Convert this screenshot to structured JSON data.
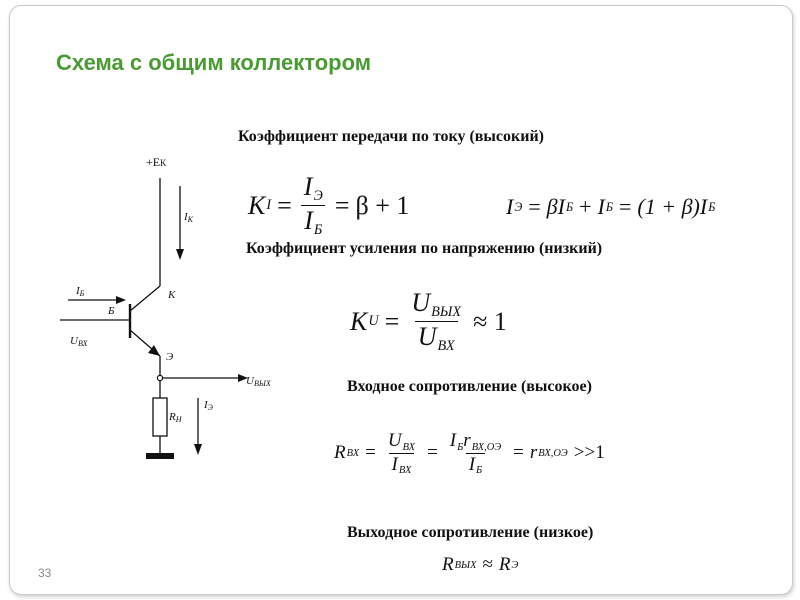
{
  "slide": {
    "title": "Схема с общим коллектором",
    "page_number": "33",
    "headings": {
      "current_gain": "Коэффициент передачи по току (высокий)",
      "voltage_gain": "Коэффициент усиления по напряжению (низкий)",
      "input_resistance": "Входное сопротивление (высокое)",
      "output_resistance": "Выходное сопротивление (низкое)"
    }
  },
  "formulas": {
    "ki": {
      "lhs": "K",
      "lhs_sub": "I",
      "num": "I",
      "num_sub": "Э",
      "den": "I",
      "den_sub": "Б",
      "rhs": "β + 1"
    },
    "ie": {
      "text": "I",
      "sub": "Э",
      "rhs": "βI",
      "rhs_sub": "Б",
      "plus": "I",
      "plus_sub": "Б",
      "final": "(1 + β)I",
      "final_sub": "Б"
    },
    "ku": {
      "lhs": "K",
      "lhs_sub": "U",
      "num": "U",
      "num_sub": "ВЫХ",
      "den": "U",
      "den_sub": "ВХ",
      "rhs": "≈ 1"
    },
    "rin": {
      "lhs": "R",
      "lhs_sub": "ВХ",
      "f1_num": "U",
      "f1_num_sub": "ВХ",
      "f1_den": "I",
      "f1_den_sub": "ВХ",
      "f2_num": "I",
      "f2_num_sub": "Б",
      "f2_num_r": "r",
      "f2_num_r_sub": "ВХ,ОЭ",
      "f2_den": "I",
      "f2_den_sub": "Б",
      "rhs": "r",
      "rhs_sub": "ВХ,ОЭ",
      "tail": ">>1"
    },
    "rout": {
      "lhs": "R",
      "lhs_sub": "ВЫХ",
      "rhs": "R",
      "rhs_sub": "Э"
    }
  },
  "circuit": {
    "supply_label": "+E",
    "supply_sub": "К",
    "ik_label": "I",
    "ik_sub": "К",
    "ib_label": "I",
    "ib_sub": "Б",
    "base_label": "Б",
    "collector_label": "К",
    "emitter_label": "Э",
    "uin_label": "U",
    "uin_sub": "ВХ",
    "uout_label": "U",
    "uout_sub": "ВЫХ",
    "ie_label": "I",
    "ie_sub": "Э",
    "rn_label": "R",
    "rn_sub": "Н"
  }
}
